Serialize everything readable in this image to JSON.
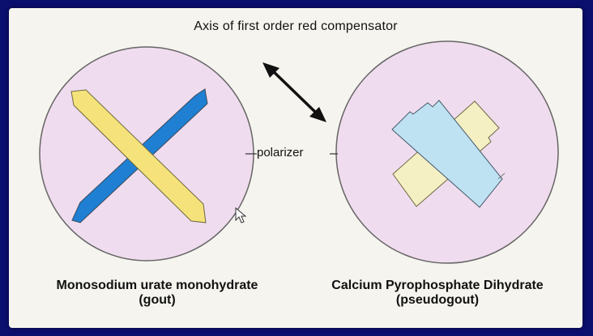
{
  "title": "Axis of first order red compensator",
  "polarizer_label": "polarizer",
  "left_caption": {
    "line1": "Monosodium urate monohydrate",
    "line2": "(gout)"
  },
  "right_caption": {
    "line1": "Calcium Pyrophosphate Dihydrate",
    "line2": "(pseudogout)"
  },
  "colors": {
    "border": "#0b0f6e",
    "panel": "#f5f4ee",
    "circle_fill": "#f0dcef",
    "blue_crystal": "#1f7fd2",
    "yellow_crystal": "#f5e27a",
    "light_blue_crystal": "#bfe2f3",
    "cream_crystal": "#f4f0c4",
    "outline": "#555555"
  },
  "icons": [
    "double-headed-arrow-icon",
    "cursor-icon"
  ]
}
